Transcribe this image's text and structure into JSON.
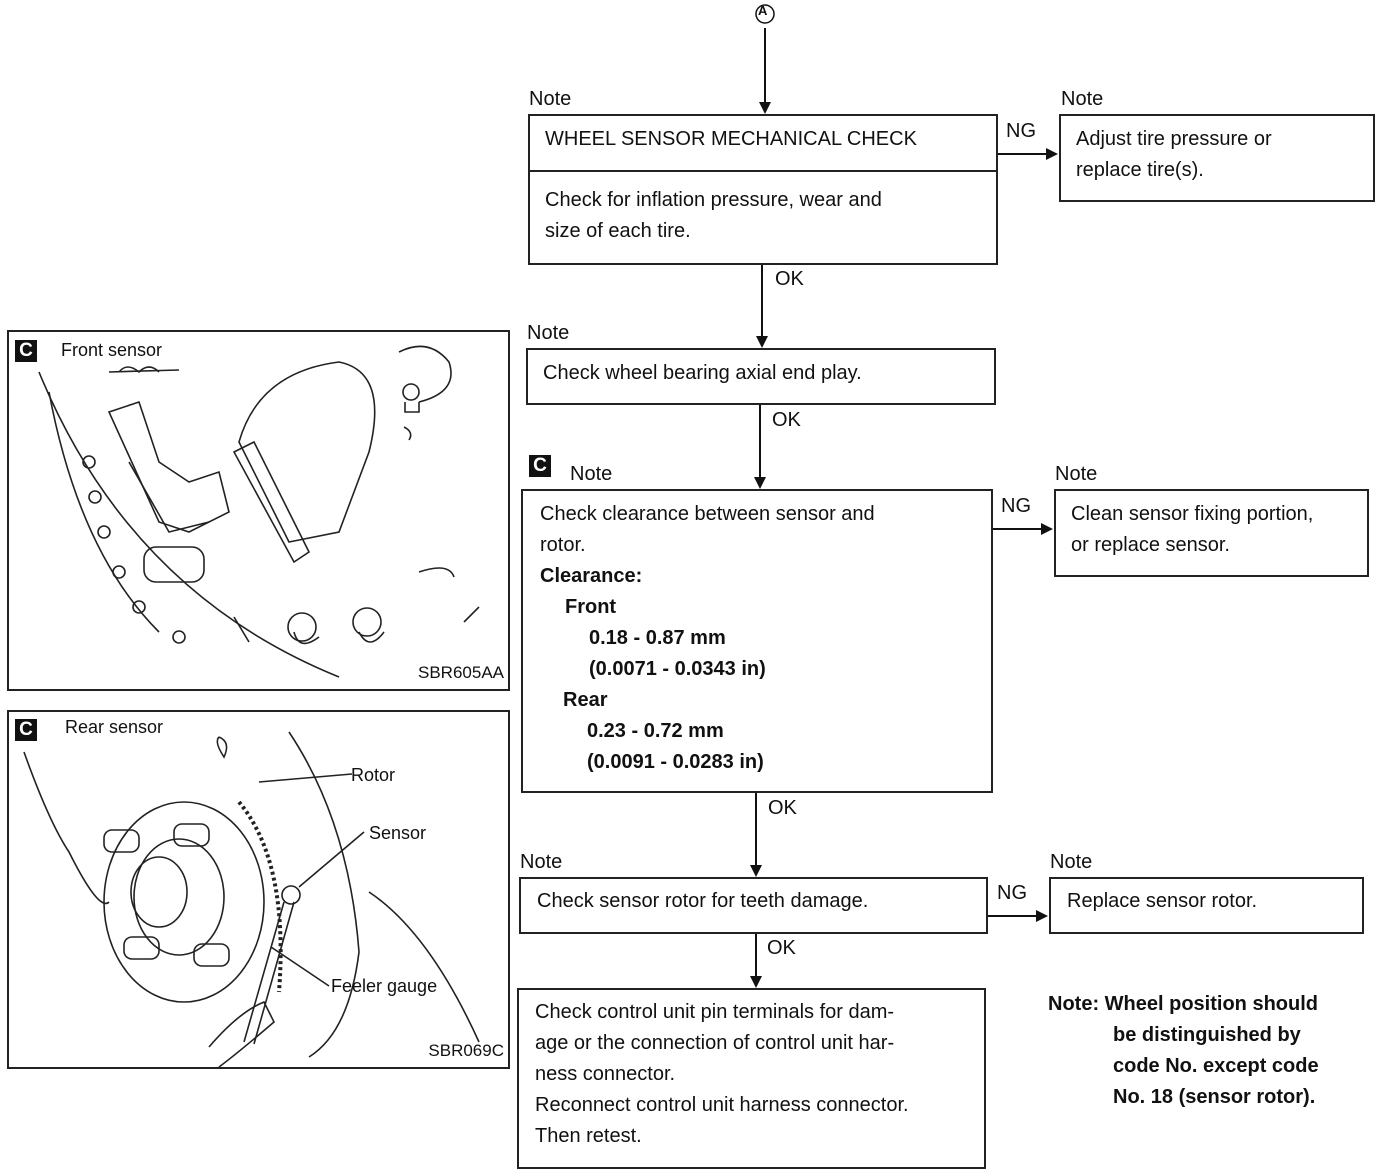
{
  "connector": "A",
  "note_label": "Note",
  "ok_label": "OK",
  "ng_label": "NG",
  "step1": {
    "title": "WHEEL SENSOR MECHANICAL CHECK",
    "body": [
      "Check for inflation pressure, wear and",
      "size of each tire."
    ],
    "ng_action": [
      "Adjust tire pressure or",
      "replace tire(s)."
    ]
  },
  "step2": {
    "body": "Check wheel bearing axial end play."
  },
  "step3": {
    "marker": "C",
    "body": [
      "Check clearance between sensor and",
      "rotor."
    ],
    "clearance_label": "Clearance:",
    "front_label": "Front",
    "front_mm": "0.18 - 0.87 mm",
    "front_in": "(0.0071 - 0.0343 in)",
    "rear_label": "Rear",
    "rear_mm": "0.23 - 0.72 mm",
    "rear_in": "(0.0091 - 0.0283 in)",
    "ng_action": [
      "Clean sensor fixing portion,",
      "or replace sensor."
    ]
  },
  "step4": {
    "body": "Check sensor rotor for teeth damage.",
    "ng_action": "Replace sensor rotor."
  },
  "step5": {
    "body": [
      "Check control unit pin terminals for dam-",
      "age or the connection of control unit har-",
      "ness connector.",
      "Reconnect control unit harness connector.",
      "Then retest."
    ]
  },
  "footnote": {
    "prefix": "Note:",
    "lines": [
      "Wheel position should",
      "be distinguished by",
      "code No. except code",
      "No. 18 (sensor rotor)."
    ]
  },
  "figure_front": {
    "marker": "C",
    "caption": "Front sensor",
    "code": "SBR605AA"
  },
  "figure_rear": {
    "marker": "C",
    "caption": "Rear sensor",
    "rotor_label": "Rotor",
    "sensor_label": "Sensor",
    "gauge_label": "Feeler gauge",
    "code": "SBR069C"
  }
}
